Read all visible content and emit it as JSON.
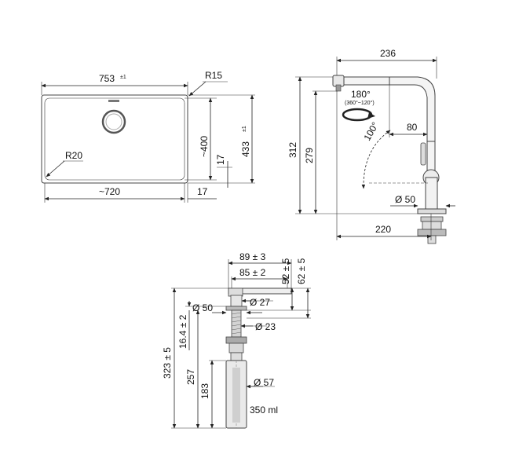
{
  "sink": {
    "width_label": "753",
    "width_tol": "±1",
    "radius_outer": "R15",
    "radius_inner": "R20",
    "bowl_width": "~720",
    "bowl_depth": "~400",
    "depth_label": "433",
    "depth_tol": "±1",
    "offset_side": "17",
    "offset_bottom": "17"
  },
  "faucet": {
    "reach": "236",
    "rotation": "180°",
    "rotation_range": "(360°~120°)",
    "spout_angle": "100°",
    "spout_offset": "80",
    "total_height": "312",
    "spout_height": "279",
    "base_diameter": "Ø 50",
    "base_reach": "220"
  },
  "dispenser": {
    "head_len": "89 ± 3",
    "head_len_inner": "85 ± 2",
    "height_top": "52 ± 5",
    "height_top_outer": "62 ± 5",
    "collar_diameter": "Ø 27",
    "flange_diameter": "Ø 50",
    "shaft_diameter": "Ø 23",
    "flange_height": "16.4 ± 2",
    "total_height": "323 ± 5",
    "under_height": "257",
    "bottle_height": "183",
    "bottle_diameter": "Ø 57",
    "volume": "350 ml"
  }
}
